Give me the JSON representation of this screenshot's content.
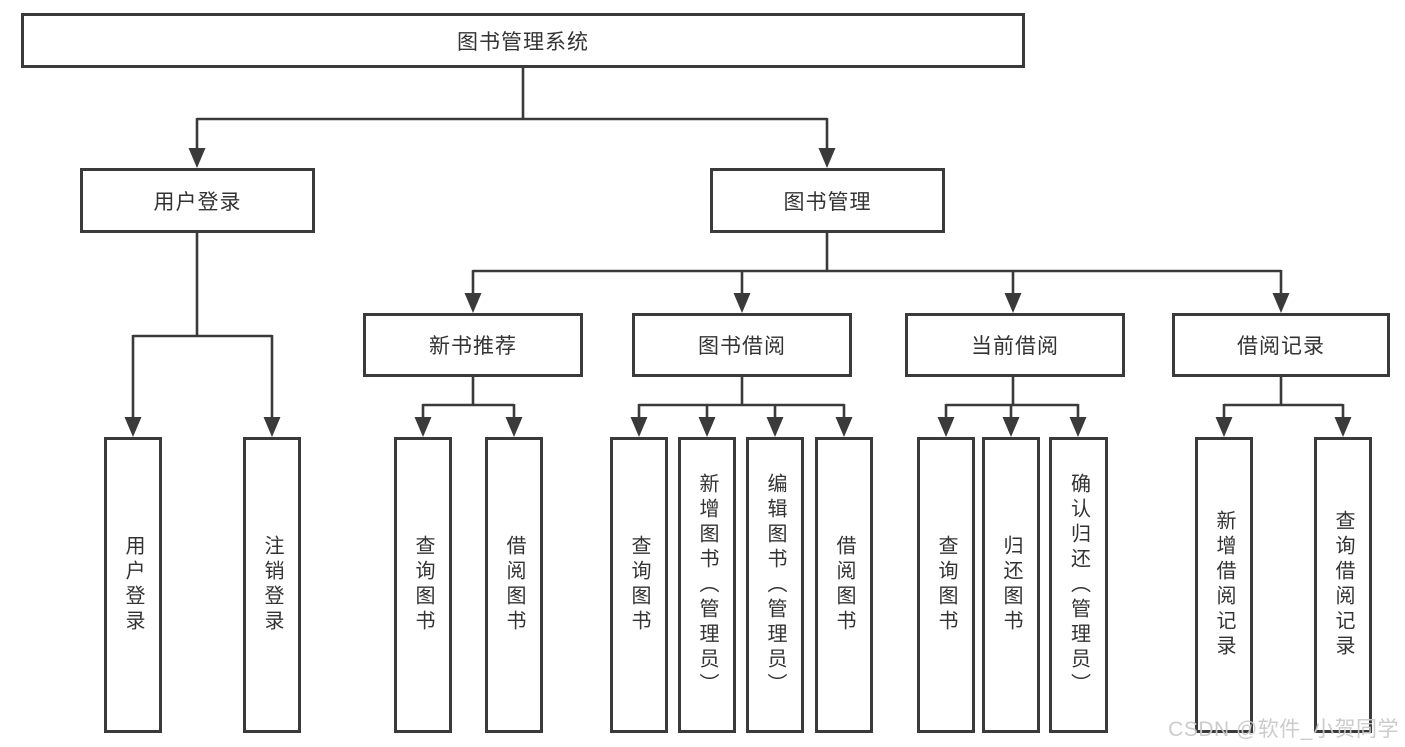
{
  "diagram": {
    "title": "图书管理系统",
    "watermark": "CSDN @软件_小贺同学",
    "colors": {
      "line": "#3a3a3a",
      "border": "#3a3a3a",
      "text": "#333333",
      "background": "#ffffff",
      "watermark": "#c9c9c9"
    },
    "nodes": {
      "root": {
        "label": "图书管理系统"
      },
      "user_login": {
        "label": "用户登录"
      },
      "book_mgmt": {
        "label": "图书管理"
      },
      "new_book_rec": {
        "label": "新书推荐"
      },
      "book_borrow": {
        "label": "图书借阅"
      },
      "current_borrow": {
        "label": "当前借阅"
      },
      "borrow_records": {
        "label": "借阅记录"
      },
      "leaf_user_login": {
        "label": "用户登录"
      },
      "leaf_logout": {
        "label": "注销登录"
      },
      "nbr_query_books": {
        "label": "查询图书"
      },
      "nbr_borrow_books": {
        "label": "借阅图书"
      },
      "bb_query_books": {
        "label": "查询图书"
      },
      "bb_add_books": {
        "label": "新增图书（管理员）"
      },
      "bb_edit_books": {
        "label": "编辑图书（管理员）"
      },
      "bb_borrow_books": {
        "label": "借阅图书"
      },
      "cb_query_books": {
        "label": "查询图书"
      },
      "cb_return_books": {
        "label": "归还图书"
      },
      "cb_confirm_return": {
        "label": "确认归还（管理员）"
      },
      "br_add_record": {
        "label": "新增借阅记录"
      },
      "br_query_record": {
        "label": "查询借阅记录"
      }
    },
    "structure": [
      {
        "parent": "图书管理系统",
        "children": [
          "用户登录",
          "图书管理"
        ]
      },
      {
        "parent": "用户登录",
        "children": [
          "用户登录",
          "注销登录"
        ]
      },
      {
        "parent": "图书管理",
        "children": [
          "新书推荐",
          "图书借阅",
          "当前借阅",
          "借阅记录"
        ]
      },
      {
        "parent": "新书推荐",
        "children": [
          "查询图书",
          "借阅图书"
        ]
      },
      {
        "parent": "图书借阅",
        "children": [
          "查询图书",
          "新增图书（管理员）",
          "编辑图书（管理员）",
          "借阅图书"
        ]
      },
      {
        "parent": "当前借阅",
        "children": [
          "查询图书",
          "归还图书",
          "确认归还（管理员）"
        ]
      },
      {
        "parent": "借阅记录",
        "children": [
          "新增借阅记录",
          "查询借阅记录"
        ]
      }
    ]
  }
}
